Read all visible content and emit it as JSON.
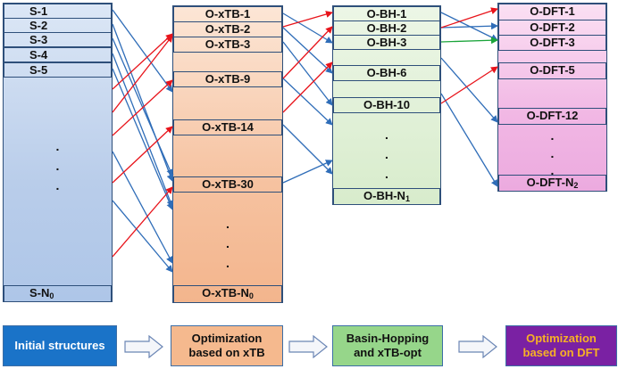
{
  "columns": {
    "initial": {
      "rows": [
        "S-1",
        "S-2",
        "S-3",
        "S-4",
        "S-5"
      ],
      "dots": ".",
      "last_base": "S-N",
      "last_sub": "0"
    },
    "xtb": {
      "rows": [
        "O-xTB-1",
        "O-xTB-2",
        "O-xTB-3",
        "O-xTB-9",
        "O-xTB-14",
        "O-xTB-30"
      ],
      "dots": ".",
      "last_base": "O-xTB-N",
      "last_sub": "0"
    },
    "bh": {
      "rows": [
        "O-BH-1",
        "O-BH-2",
        "O-BH-3",
        "O-BH-6",
        "O-BH-10"
      ],
      "dots": ".",
      "last_base": "O-BH-N",
      "last_sub": "1"
    },
    "dft": {
      "rows": [
        "O-DFT-1",
        "O-DFT-2",
        "O-DFT-3",
        "O-DFT-5",
        "O-DFT-12"
      ],
      "dots": ".",
      "last_base": "O-DFT-N",
      "last_sub": "2"
    }
  },
  "pipeline": {
    "step1": "Initial structures",
    "step2_line1": "Optimization",
    "step2_line2": "based on xTB",
    "step3_line1": "Basin-Hopping",
    "step3_line2": "and xTB-opt",
    "step4_line1": "Optimization",
    "step4_line2": "based on DFT"
  },
  "colors": {
    "blue_arrow": "#2f6db8",
    "red_arrow": "#e8141b",
    "green_arrow": "#1aa43a",
    "step1_bg": "#1a73c8",
    "step2_bg": "#f5b98e",
    "step3_bg": "#96d68a",
    "step4_bg": "#7a21a3",
    "step4_text": "#f7b125"
  }
}
